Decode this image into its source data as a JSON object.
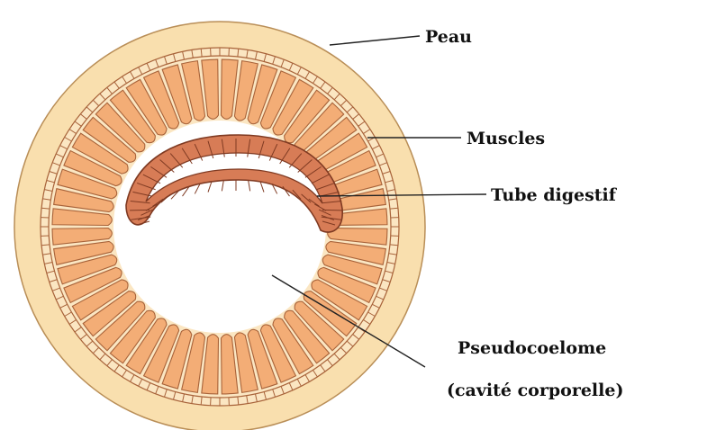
{
  "labels": {
    "peau": "Peau",
    "muscles": "Muscles",
    "tube_digestif": "Tube digestif",
    "pseudocoelome_line1": "Pseudocoelome",
    "pseudocoelome_line2": "(cavité corporelle)"
  },
  "colors": {
    "skin": "#F9DFAE",
    "muscle": "#F3AD76",
    "muscle_stroke": "#A8633A",
    "cavity": "#FFFFFF",
    "gut": "#D77C56",
    "gut_stroke": "#7F3A22",
    "line": "#222222"
  }
}
